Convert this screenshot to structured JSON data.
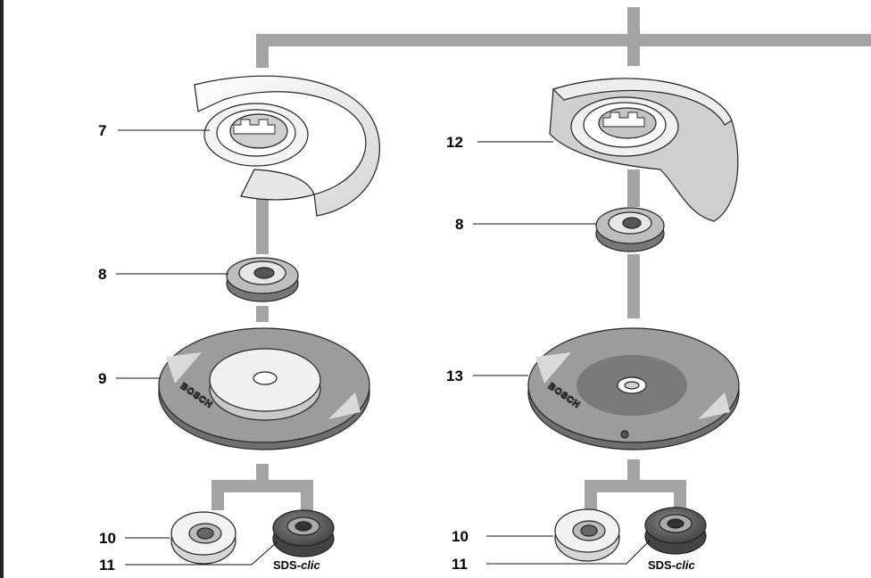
{
  "callouts": {
    "left_guard": "7",
    "left_flange": "8",
    "left_disc": "9",
    "left_nut": "10",
    "left_quick_nut": "11",
    "right_guard": "12",
    "right_flange": "8",
    "right_disc": "13",
    "right_nut": "10",
    "right_quick_nut": "11"
  },
  "sds": {
    "prefix": "SDS-",
    "suffix": "clic"
  },
  "disc_brand": "BOSCH",
  "colors": {
    "connector_gray": "#a4a4a4",
    "disc_gray": "#9c9c9c",
    "disc_center_dark": "#7a7a7a",
    "guard_light": "#f2f2f2",
    "outline": "#222222"
  }
}
